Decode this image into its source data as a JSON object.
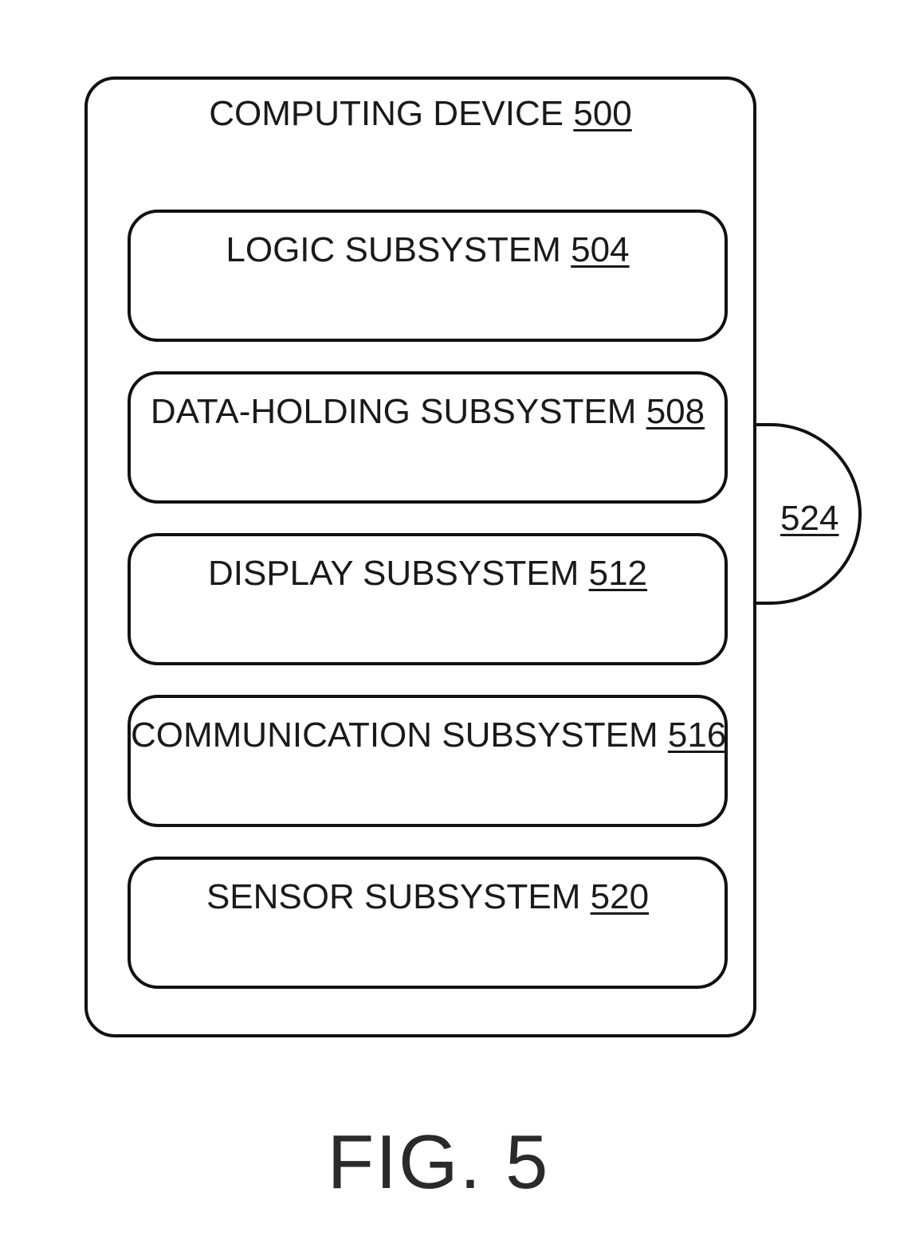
{
  "device": {
    "name": "COMPUTING DEVICE",
    "ref": "500"
  },
  "subsystems": [
    {
      "name": "LOGIC SUBSYSTEM",
      "ref": "504"
    },
    {
      "name": "DATA-HOLDING SUBSYSTEM",
      "ref": "508"
    },
    {
      "name": "DISPLAY SUBSYSTEM",
      "ref": "512"
    },
    {
      "name": "COMMUNICATION SUBSYSTEM",
      "ref": "516"
    },
    {
      "name": "SENSOR SUBSYSTEM",
      "ref": "520"
    }
  ],
  "port": {
    "ref": "524"
  },
  "caption": "FIG. 5"
}
